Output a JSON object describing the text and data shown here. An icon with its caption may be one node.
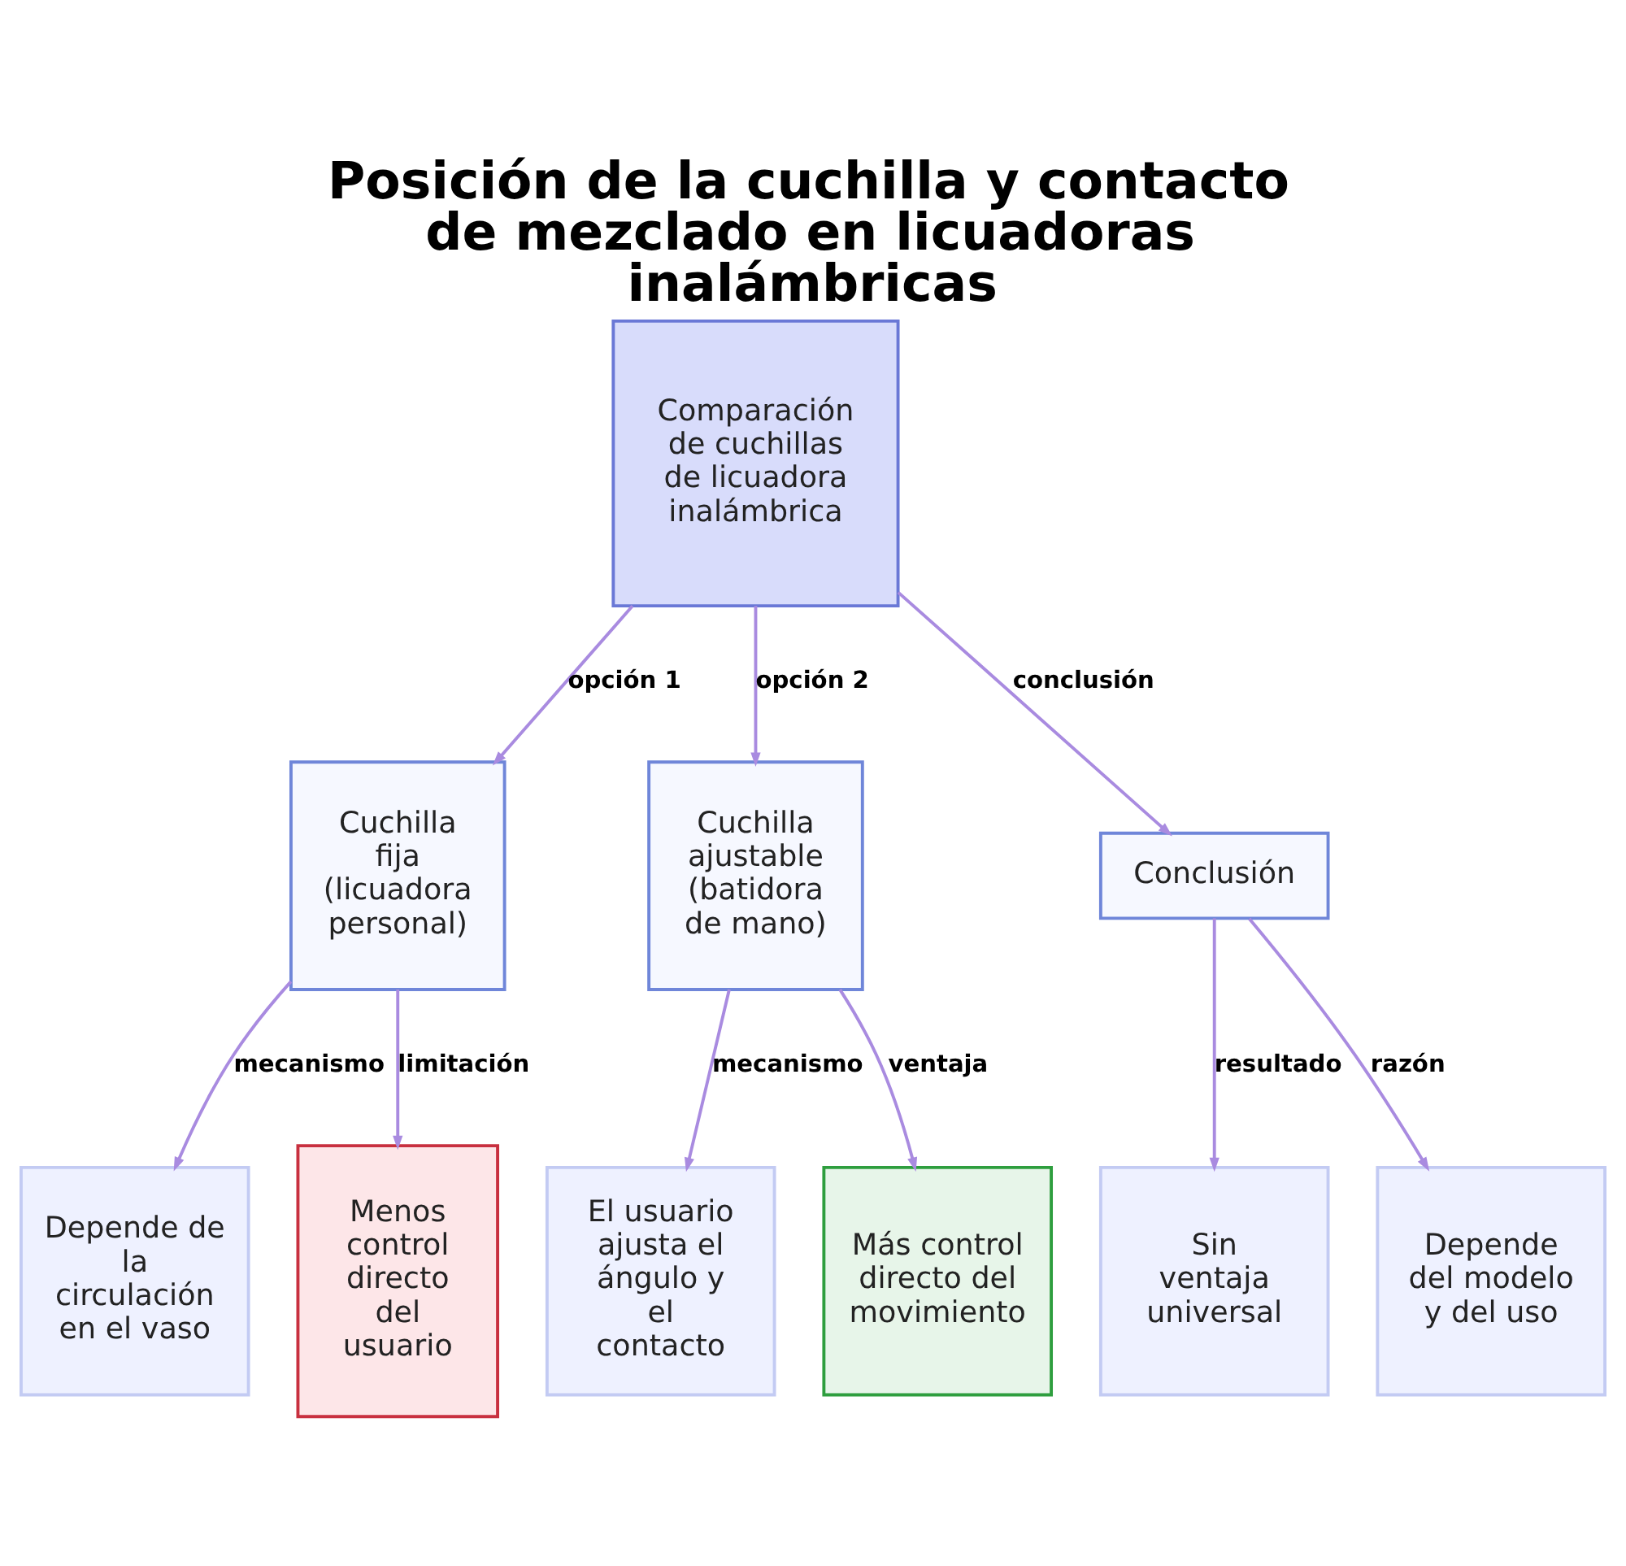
{
  "diagram": {
    "title": "Posición de la cuchilla y contacto de mezclado en licuadoras inalámbricas",
    "nodes": [
      {
        "text": [
          "Comparación de cuchillas de licuadora inalámbrica"
        ]
      },
      {
        "text": [
          "Cuchilla fija (licuadora personal)"
        ]
      },
      {
        "text": [
          "Cuchilla ajustable (batidora de mano)"
        ]
      },
      {
        "text": [
          "Conclusión"
        ]
      },
      {
        "text": [
          "Depende de la circulación en el vaso"
        ]
      },
      {
        "text": [
          "Menos control directo del usuario"
        ]
      },
      {
        "text": [
          "El usuario ajusta el ángulo y el contacto"
        ]
      },
      {
        "text": [
          "Más control directo del movimiento"
        ]
      },
      {
        "text": [
          "Sin ventaja universal"
        ]
      },
      {
        "text": [
          "Depende del modelo y del uso"
        ]
      }
    ],
    "edges": [
      {
        "from": 0,
        "to": 1,
        "arrow": "to",
        "label": "opción 1"
      },
      {
        "from": 0,
        "to": 2,
        "arrow": "to",
        "label": "opción 2"
      },
      {
        "from": 0,
        "to": 3,
        "arrow": "to",
        "label": "conclusión"
      },
      {
        "from": 1,
        "to": 4,
        "arrow": "to",
        "label": "mecanismo"
      },
      {
        "from": 1,
        "to": 5,
        "arrow": "to",
        "label": "limitación"
      },
      {
        "from": 2,
        "to": 6,
        "arrow": "to",
        "label": "mecanismo"
      },
      {
        "from": 2,
        "to": 7,
        "arrow": "to",
        "label": "ventaja"
      },
      {
        "from": 3,
        "to": 8,
        "arrow": "to",
        "label": "resultado"
      },
      {
        "from": 3,
        "to": 9,
        "arrow": "to",
        "label": "razón"
      }
    ]
  }
}
